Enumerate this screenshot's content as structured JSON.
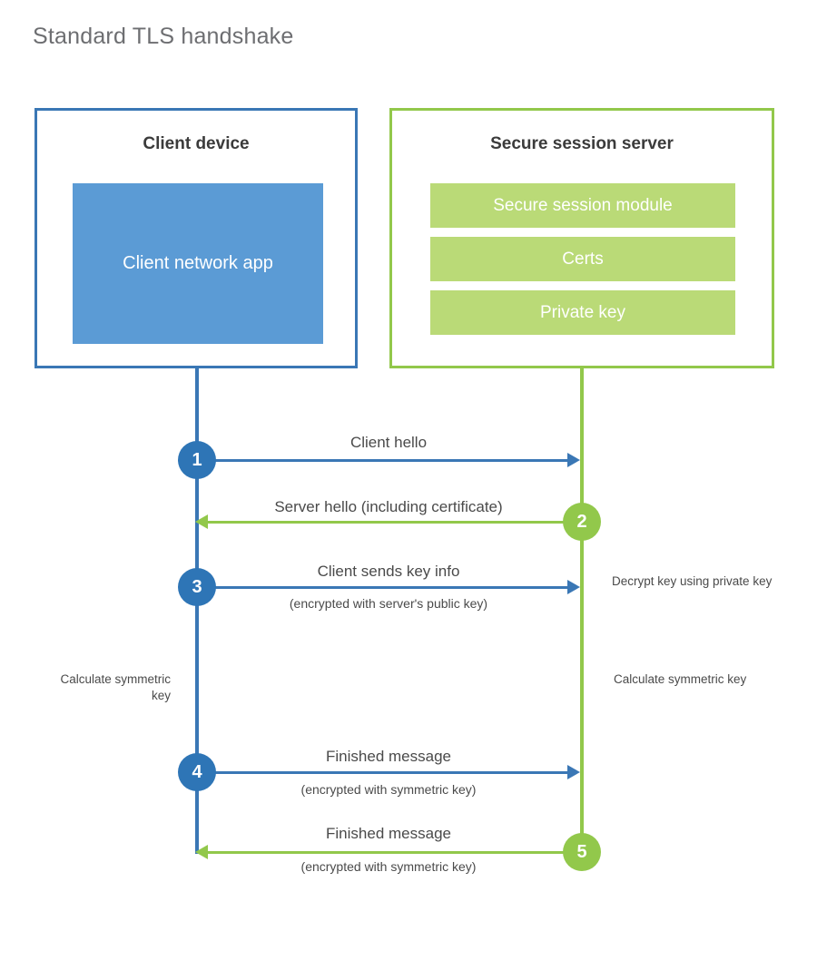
{
  "title": "Standard TLS handshake",
  "colors": {
    "client_border": "#3a77b5",
    "client_fill": "#5b9bd5",
    "client_badge": "#2e75b6",
    "server_border": "#92c84b",
    "server_fill": "#bada77",
    "server_badge": "#92c84b",
    "title_text": "#6d6e71",
    "body_text": "#4a4a4a",
    "background": "#ffffff"
  },
  "client": {
    "title": "Client device",
    "app_label": "Client network app"
  },
  "server": {
    "title": "Secure session server",
    "modules": [
      {
        "label": "Secure session module"
      },
      {
        "label": "Certs"
      },
      {
        "label": "Private key"
      }
    ]
  },
  "steps": [
    {
      "number": "1",
      "label": "Client hello",
      "sublabel": "",
      "direction": "client-to-server",
      "side": "client"
    },
    {
      "number": "2",
      "label": "Server hello (including certificate)",
      "sublabel": "",
      "direction": "server-to-client",
      "side": "server"
    },
    {
      "number": "3",
      "label": "Client sends key info",
      "sublabel": "(encrypted with server's public key)",
      "direction": "client-to-server",
      "side": "client"
    },
    {
      "number": "4",
      "label": "Finished message",
      "sublabel": "(encrypted with symmetric key)",
      "direction": "client-to-server",
      "side": "client"
    },
    {
      "number": "5",
      "label": "Finished message",
      "sublabel": "(encrypted with symmetric key)",
      "direction": "server-to-client",
      "side": "server"
    }
  ],
  "notes": {
    "server_decrypt": "Decrypt key using private key",
    "client_calculate": "Calculate symmetric key",
    "server_calculate": "Calculate symmetric key"
  }
}
